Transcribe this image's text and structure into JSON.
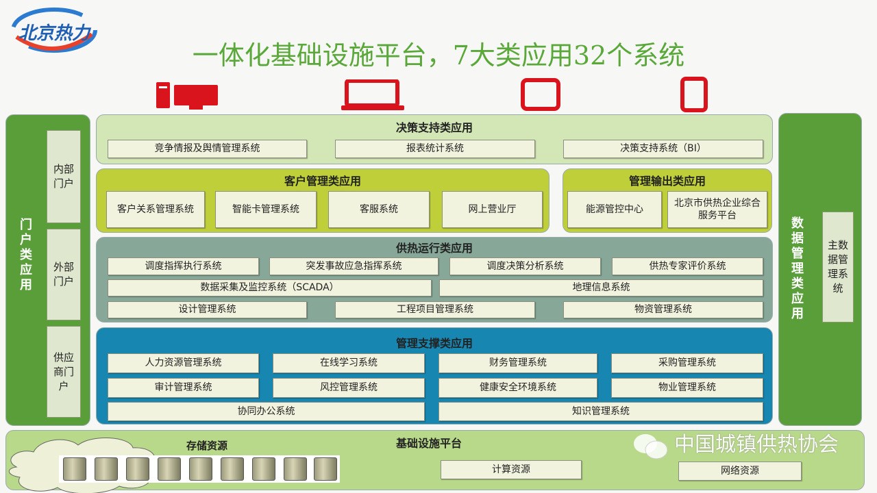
{
  "logo": {
    "text": "北京热力"
  },
  "title": "一体化基础设施平台，7大类应用32个系统",
  "devices": [
    "desktop-icon",
    "laptop-icon",
    "tablet-icon",
    "phone-icon"
  ],
  "portal": {
    "title": "门户类应用",
    "items": [
      "内部门户",
      "外部门户",
      "供应商门户"
    ]
  },
  "data_mgmt": {
    "title": "数据管理类应用",
    "item": "主数据管理系统"
  },
  "decision": {
    "title": "决策支持类应用",
    "items": [
      "竞争情报及舆情管理系统",
      "报表统计系统",
      "决策支持系统（BI）"
    ]
  },
  "customer": {
    "title": "客户管理类应用",
    "items": [
      "客户关系管理系统",
      "智能卡管理系统",
      "客服系统",
      "网上营业厅"
    ]
  },
  "output": {
    "title": "管理输出类应用",
    "items": [
      "能源管控中心",
      "北京市供热企业综合服务平台"
    ]
  },
  "heating": {
    "title": "供热运行类应用",
    "items": [
      "调度指挥执行系统",
      "突发事故应急指挥系统",
      "调度决策分析系统",
      "供热专家评价系统",
      "数据采集及监控系统（SCADA）",
      "地理信息系统",
      "设计管理系统",
      "工程项目管理系统",
      "物资管理系统"
    ]
  },
  "support": {
    "title": "管理支撑类应用",
    "items": [
      "人力资源管理系统",
      "在线学习系统",
      "财务管理系统",
      "采购管理系统",
      "审计管理系统",
      "风控管理系统",
      "健康安全环境系统",
      "物业管理系统",
      "协同办公系统",
      "知识管理系统"
    ]
  },
  "base": {
    "title": "基础设施平台",
    "storage": "存储资源",
    "compute": "计算资源",
    "network": "网络资源"
  },
  "watermark": "中国城镇供热协会"
}
